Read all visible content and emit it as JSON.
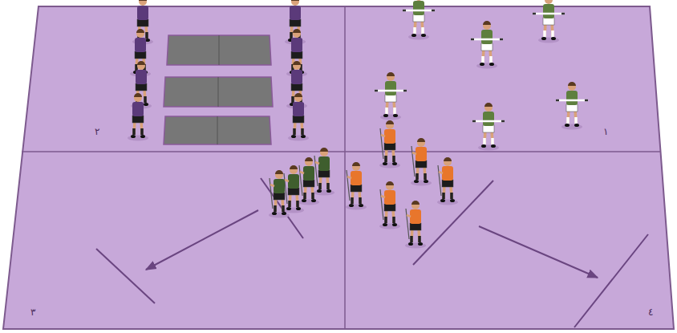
{
  "diagram": {
    "labels": [
      "١",
      "٢",
      "٣",
      "٤"
    ]
  }
}
